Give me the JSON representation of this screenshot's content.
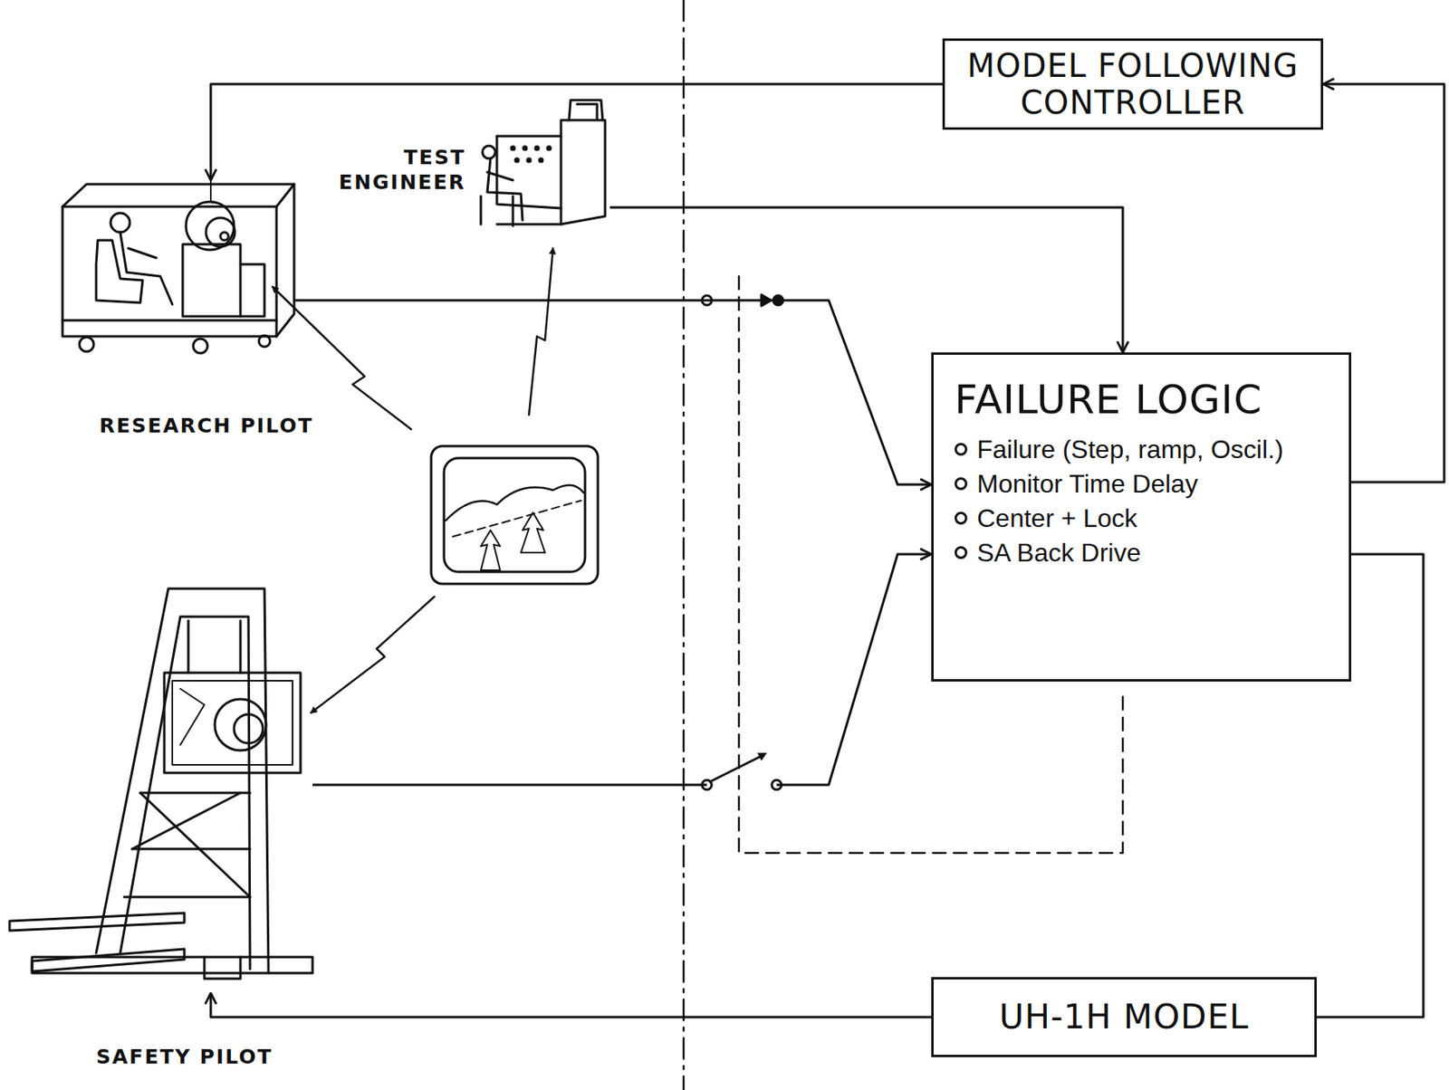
{
  "diagram": {
    "nodes": [
      {
        "text": [
          "MODEL FOLLOWING CONTROLLER"
        ]
      },
      {
        "text": [
          "TEST ENGINEER"
        ]
      },
      {
        "text": [
          "RESEARCH PILOT"
        ]
      },
      {
        "text": [
          "FAILURE LOGIC",
          "Failure (Step, ramp, Oscil.)",
          "Monitor Time Delay",
          "Center + Lock",
          "SA Back Drive"
        ]
      },
      {
        "text": [
          "SAFETY PILOT"
        ]
      },
      {
        "text": [
          "UH-1H MODEL"
        ]
      }
    ],
    "edges": [
      {
        "from": 3,
        "to": 0,
        "arrow": "to"
      },
      {
        "from": 0,
        "to": 2,
        "arrow": "to"
      },
      {
        "from": 1,
        "to": 3,
        "arrow": "to"
      },
      {
        "from": 2,
        "to": 3,
        "arrow": "to"
      },
      {
        "from": 4,
        "to": 3,
        "arrow": "to"
      },
      {
        "from": 5,
        "to": 4,
        "arrow": "to"
      },
      {
        "from": 3,
        "to": 5,
        "arrow": "none"
      }
    ]
  }
}
